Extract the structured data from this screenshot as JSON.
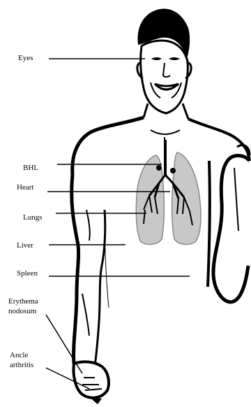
{
  "labels": {
    "eyes": "Eyes",
    "bhl": "BHL",
    "heart": "Heart",
    "lungs": "Lungs",
    "liver": "Liver",
    "spleen": "Spleen",
    "erythema_line1": "Erythema",
    "erythema_line2": "nodosum",
    "ankle_line1": "Ancle",
    "ankle_line2": "arthritis"
  },
  "colors": {
    "ink": "#000000",
    "lung_fill": "#c8c8c8",
    "background": "#ffffff"
  }
}
